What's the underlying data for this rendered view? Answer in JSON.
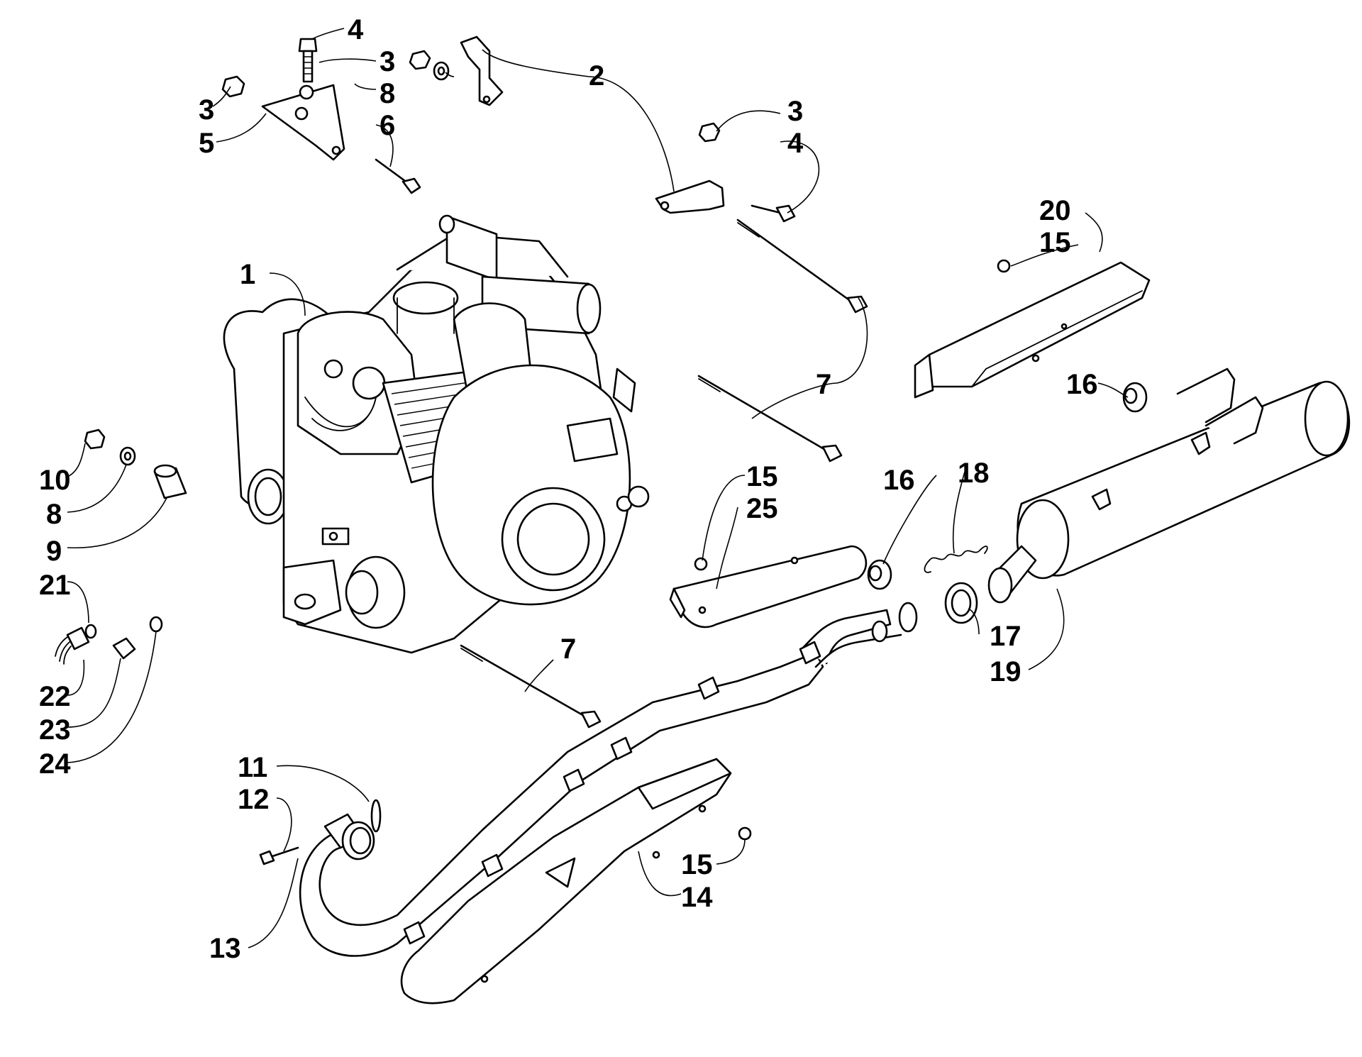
{
  "diagram": {
    "callouts": [
      {
        "id": "c1",
        "text": "1"
      },
      {
        "id": "c2",
        "text": "2"
      },
      {
        "id": "c3a",
        "text": "3"
      },
      {
        "id": "c3b",
        "text": "3"
      },
      {
        "id": "c3c",
        "text": "3"
      },
      {
        "id": "c4a",
        "text": "4"
      },
      {
        "id": "c4b",
        "text": "4"
      },
      {
        "id": "c5",
        "text": "5"
      },
      {
        "id": "c6",
        "text": "6"
      },
      {
        "id": "c7a",
        "text": "7"
      },
      {
        "id": "c7b",
        "text": "7"
      },
      {
        "id": "c8a",
        "text": "8"
      },
      {
        "id": "c8b",
        "text": "8"
      },
      {
        "id": "c9",
        "text": "9"
      },
      {
        "id": "c10",
        "text": "10"
      },
      {
        "id": "c11",
        "text": "11"
      },
      {
        "id": "c12",
        "text": "12"
      },
      {
        "id": "c13",
        "text": "13"
      },
      {
        "id": "c14",
        "text": "14"
      },
      {
        "id": "c15a",
        "text": "15"
      },
      {
        "id": "c15b",
        "text": "15"
      },
      {
        "id": "c15c",
        "text": "15"
      },
      {
        "id": "c16a",
        "text": "16"
      },
      {
        "id": "c16b",
        "text": "16"
      },
      {
        "id": "c17",
        "text": "17"
      },
      {
        "id": "c18",
        "text": "18"
      },
      {
        "id": "c19",
        "text": "19"
      },
      {
        "id": "c20",
        "text": "20"
      },
      {
        "id": "c21",
        "text": "21"
      },
      {
        "id": "c22",
        "text": "22"
      },
      {
        "id": "c23",
        "text": "23"
      },
      {
        "id": "c24",
        "text": "24"
      },
      {
        "id": "c25",
        "text": "25"
      }
    ]
  }
}
